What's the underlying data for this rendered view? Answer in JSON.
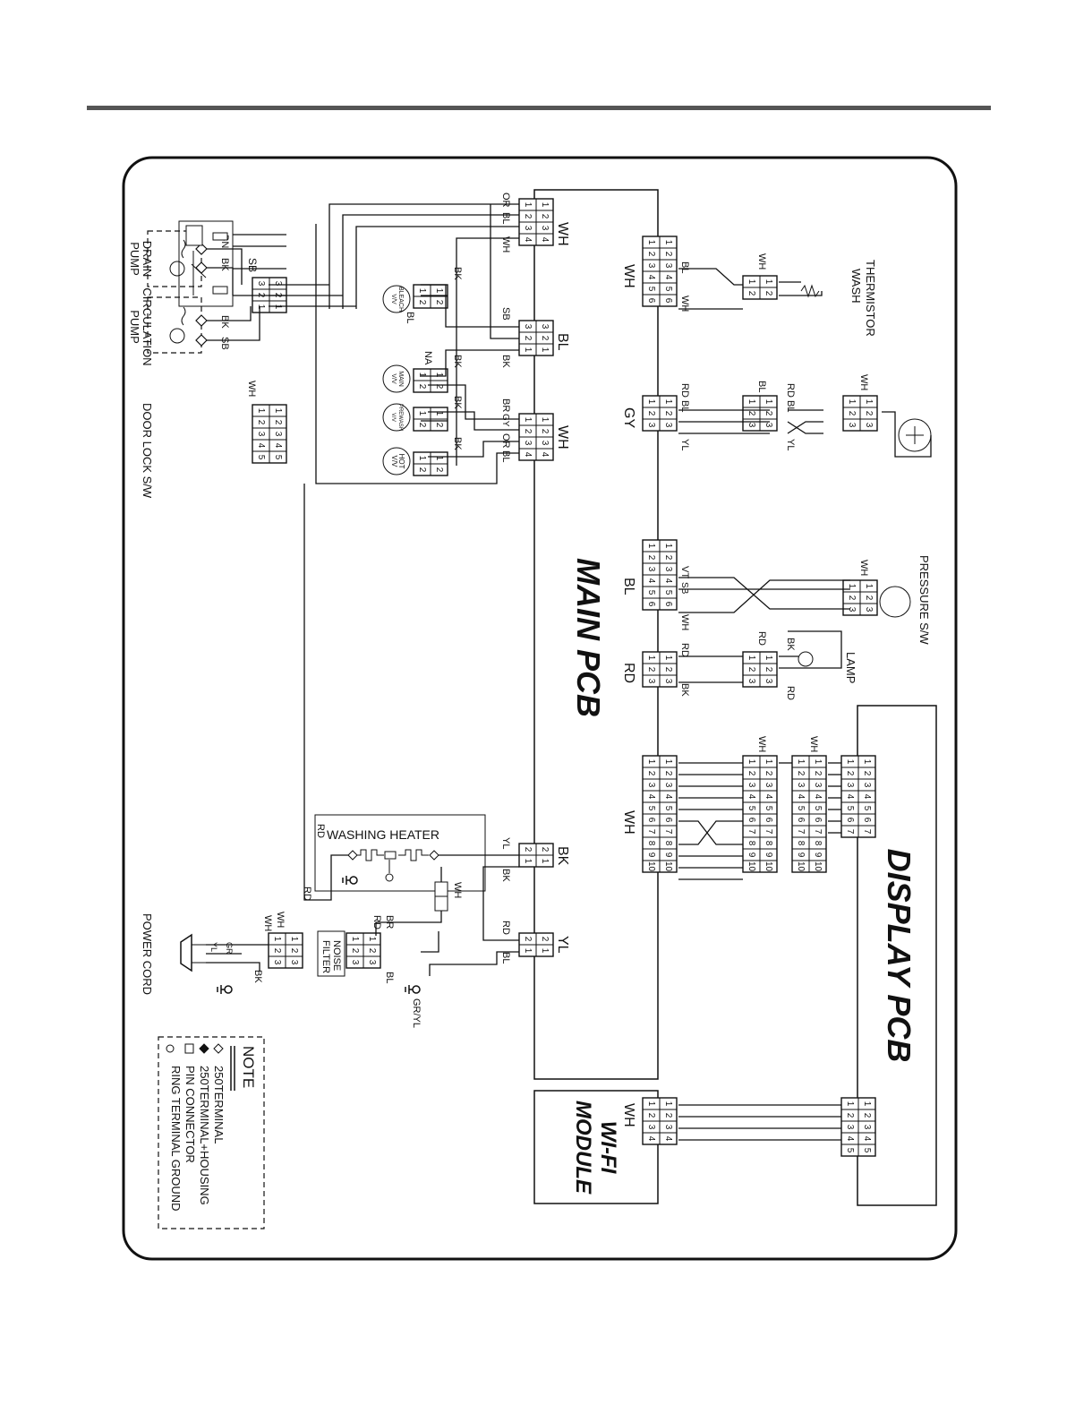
{
  "main_pcb": "MAIN PCB",
  "display_pcb": "DISPLAY PCB",
  "wifi_module": [
    "WI-FI",
    "MODULE"
  ],
  "components": {
    "drain_pump": [
      "DRAIN",
      "PUMP"
    ],
    "circulation_pump": [
      "CIRCULATION",
      "PUMP"
    ],
    "door_lock": "DOOR LOCK S/W",
    "thermistor": [
      "THERMISTOR",
      "WASH"
    ],
    "pressure": "PRESSURE S/W",
    "lamp": "LAMP",
    "heater": "WASHING HEATER",
    "noise_filter": [
      "NOISE",
      "FILTER"
    ],
    "power_cord": "POWER CORD",
    "valves": {
      "bleach": [
        "BLEACH",
        "V/V"
      ],
      "main": [
        "MAIN",
        "V/V"
      ],
      "prewash": [
        "PREWASH",
        "V/V"
      ],
      "hot": [
        "HOT",
        "V/V"
      ]
    }
  },
  "connector_colors": {
    "top_left": "WH",
    "sb_mid": "BL",
    "top_right_valve": "WH",
    "therm": "WH",
    "gy": "GY",
    "bl_pres": "BL",
    "rd_lamp": "RD",
    "wh_display": "WH",
    "heater_bk": "BK",
    "yl_conn": "YL",
    "wifi": "WH",
    "door": "WH",
    "pump": "SB"
  },
  "wire_labels": {
    "or": "OR",
    "bl": "BL",
    "wh": "WH",
    "sb": "SB",
    "bk": "BK",
    "br": "BR",
    "gy": "GY",
    "rd": "RD",
    "yl": "YL",
    "vt": "VT",
    "na": "NA",
    "bn": "BN",
    "gr": "GR",
    "gryl": "GR/YL"
  },
  "note": {
    "title": "NOTE",
    "items": [
      "250TERMINAL",
      "250TERMINAL+HOUSING",
      "PIN CONNECTOR",
      "RING TERMINAL GROUND"
    ]
  }
}
